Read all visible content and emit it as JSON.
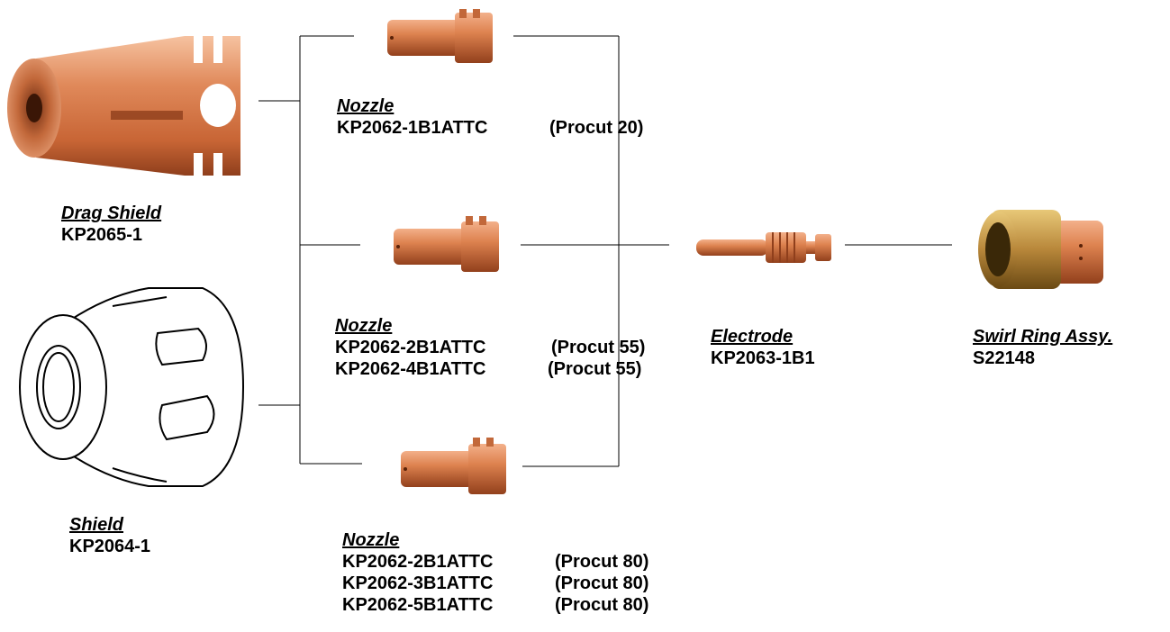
{
  "colors": {
    "copper_light": "#f2a57a",
    "copper_mid": "#d2733f",
    "copper_dark": "#8f3f1c",
    "brass_light": "#d9b45a",
    "brass_dark": "#7d5a1c",
    "line": "#000000"
  },
  "parts": {
    "drag_shield": {
      "title": "Drag Shield",
      "codes": [
        "KP2065-1"
      ]
    },
    "shield": {
      "title": "Shield ",
      "codes": [
        "KP2064-1"
      ]
    },
    "nozzle_top": {
      "title": "Nozzle",
      "lines": [
        {
          "code": "KP2062-1B1ATTC",
          "note": "(Procut 20)"
        }
      ]
    },
    "nozzle_mid": {
      "title": "Nozzle",
      "lines": [
        {
          "code": "KP2062-2B1ATTC",
          "note": "(Procut 55)"
        },
        {
          "code": "KP2062-4B1ATTC",
          "note": "(Procut 55)"
        }
      ]
    },
    "nozzle_bottom": {
      "title": "Nozzle",
      "lines": [
        {
          "code": "KP2062-2B1ATTC",
          "note": "(Procut 80)"
        },
        {
          "code": "KP2062-3B1ATTC",
          "note": "(Procut 80)"
        },
        {
          "code": "KP2062-5B1ATTC",
          "note": "(Procut 80)"
        }
      ]
    },
    "electrode": {
      "title": "Electrode",
      "codes": [
        "KP2063-1B1"
      ]
    },
    "swirl_ring": {
      "title": "Swirl Ring Assy.",
      "codes": [
        "S22148"
      ]
    }
  }
}
